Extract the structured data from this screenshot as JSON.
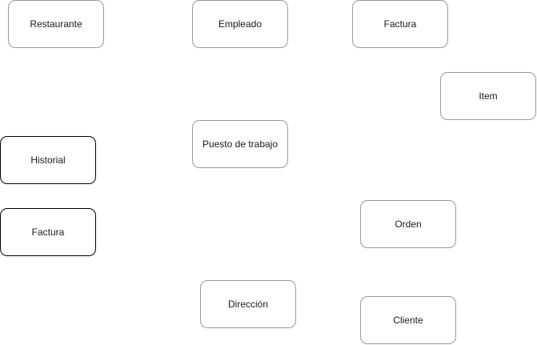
{
  "diagram": {
    "nodes": [
      {
        "id": "restaurante",
        "label": "Restaurante",
        "style": "light"
      },
      {
        "id": "empleado",
        "label": "Empleado",
        "style": "light"
      },
      {
        "id": "factura-top",
        "label": "Factura",
        "style": "light"
      },
      {
        "id": "item",
        "label": "Item",
        "style": "light"
      },
      {
        "id": "puesto",
        "label": "Puesto de trabajo",
        "style": "light"
      },
      {
        "id": "historial",
        "label": "Historial",
        "style": "dark"
      },
      {
        "id": "factura-left",
        "label": "Factura",
        "style": "dark"
      },
      {
        "id": "orden",
        "label": "Orden",
        "style": "light"
      },
      {
        "id": "direccion",
        "label": "Dirección",
        "style": "light"
      },
      {
        "id": "cliente",
        "label": "Cliente",
        "style": "light"
      }
    ],
    "colors": {
      "light_border": "#9a9a9a",
      "dark_border": "#000000",
      "text": "#1a1a1a",
      "background": "#ffffff"
    }
  }
}
